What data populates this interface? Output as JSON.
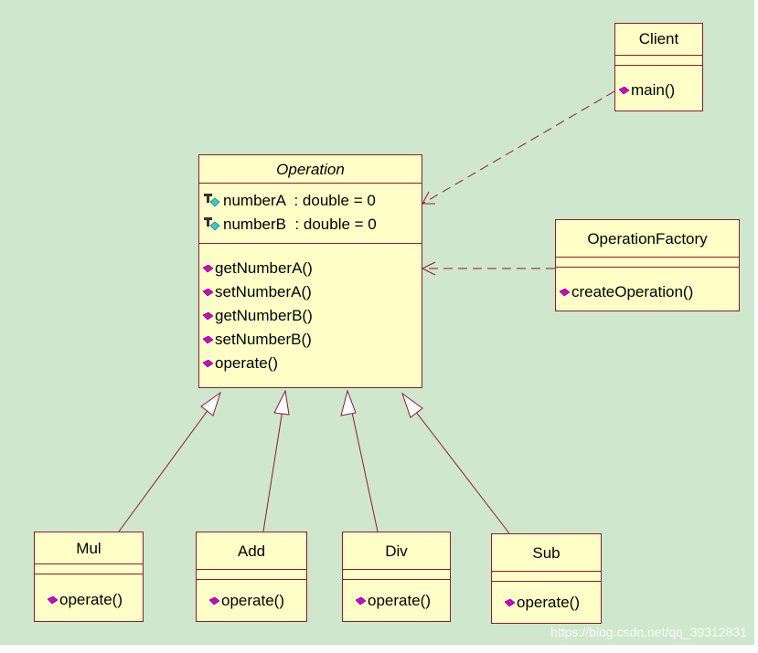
{
  "classes": {
    "client": {
      "name": "Client",
      "methods": [
        "main()"
      ]
    },
    "operation": {
      "name": "Operation",
      "attributes": [
        "numberA  : double = 0",
        "numberB  : double = 0"
      ],
      "methods": [
        "getNumberA()",
        "setNumberA()",
        "getNumberB()",
        "setNumberB()",
        "operate()"
      ]
    },
    "factory": {
      "name": "OperationFactory",
      "methods": [
        "createOperation()"
      ]
    },
    "mul": {
      "name": "Mul",
      "methods": [
        "operate()"
      ]
    },
    "add": {
      "name": "Add",
      "methods": [
        "operate()"
      ]
    },
    "div": {
      "name": "Div",
      "methods": [
        "operate()"
      ]
    },
    "sub": {
      "name": "Sub",
      "methods": [
        "operate()"
      ]
    }
  },
  "watermark": "https://blog.csdn.net/qq_39312831",
  "colors": {
    "background": "#cfe7cc",
    "class_fill": "#ffffc8",
    "class_border": "#8b1c2e",
    "method_icon": "#cc00cc",
    "attribute_icon": "#33cccc"
  }
}
